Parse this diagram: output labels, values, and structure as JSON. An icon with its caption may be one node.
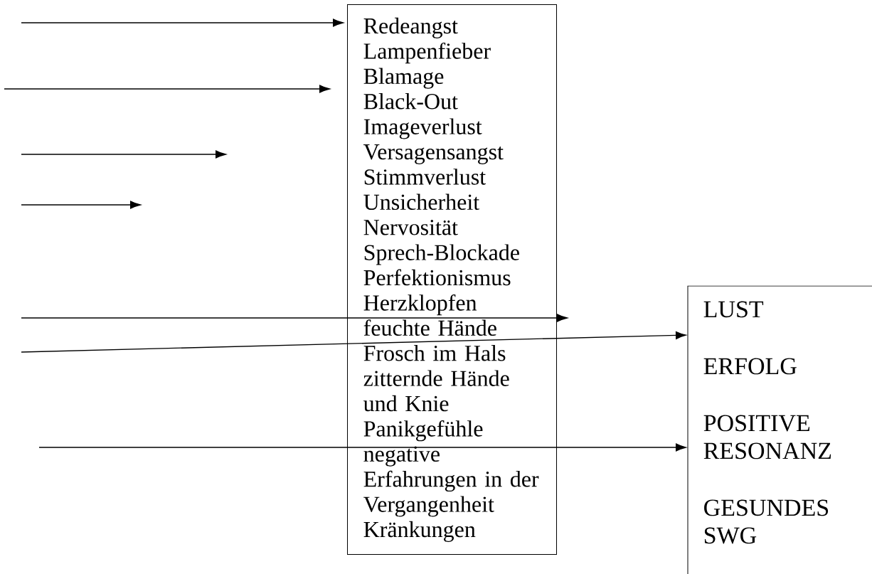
{
  "diagram": {
    "nodes": [
      {
        "text": [
          "Redeangst",
          "Lampenfieber",
          "Blamage",
          "Black-Out",
          "Imageverlust",
          "Versagensangst",
          "Stimmverlust",
          "Unsicherheit",
          "Nervosität",
          "Sprech-Blockade",
          "Perfektionismus",
          "Herzklopfen",
          "feuchte Hände",
          "Frosch im Hals",
          "zitternde Hände und Knie",
          "Panikgefühle",
          "negative Erfahrungen in der Vergangenheit",
          "Kränkungen"
        ]
      },
      {
        "text": [
          "LUST",
          "ERFOLG",
          "POSITIVE RESONANZ",
          "GESUNDES SWG"
        ]
      }
    ],
    "edges": [
      {
        "from": null,
        "to": 0,
        "arrow": "to"
      },
      {
        "from": null,
        "to": 0,
        "arrow": "to"
      },
      {
        "from": null,
        "to": 1,
        "arrow": "to"
      },
      {
        "from": null,
        "to": 1,
        "arrow": "to"
      }
    ]
  }
}
